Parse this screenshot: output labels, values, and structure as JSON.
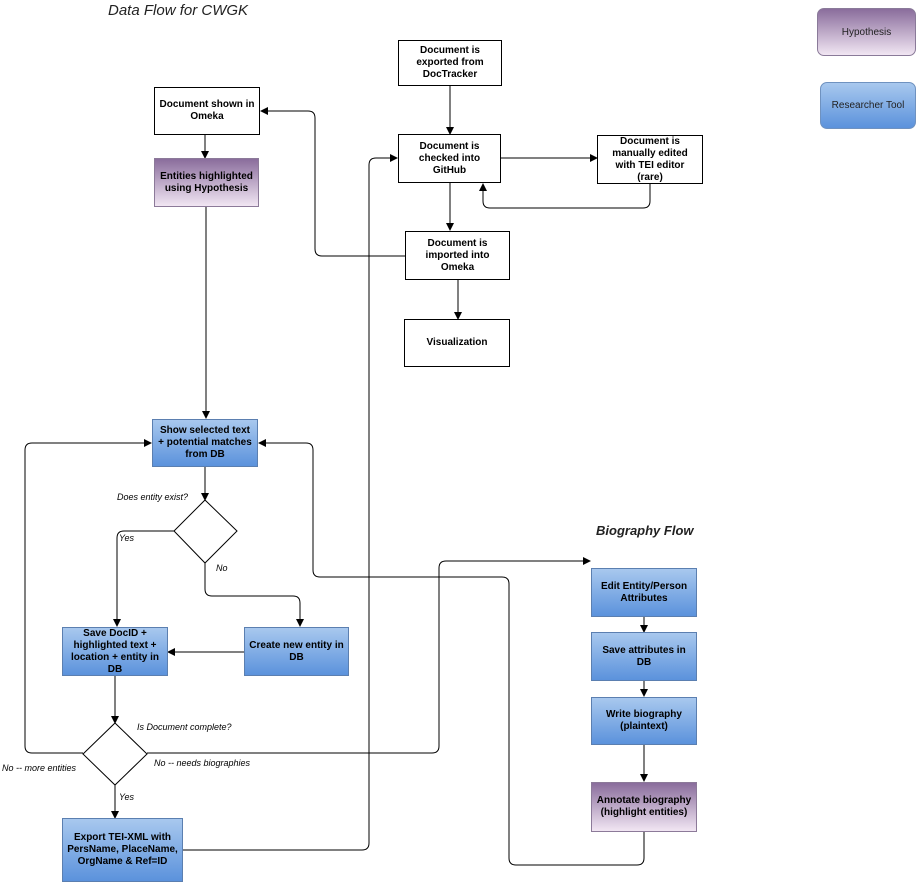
{
  "title": "Data Flow for CWGK",
  "biography_title": "Biography Flow",
  "legend": {
    "hypothesis": "Hypothesis",
    "researcher_tool": "Researcher Tool"
  },
  "nodes": {
    "exported_doctracker": "Document is exported from DocTracker",
    "shown_omeka": "Document shown in Omeka",
    "checked_github": "Document is checked into GitHub",
    "manually_edited": "Document is manually edited with TEI editor (rare)",
    "entities_highlighted": "Entities highlighted using Hypothesis",
    "imported_omeka": "Document is imported into Omeka",
    "visualization": "Visualization",
    "show_selected": "Show selected text + potential matches from DB",
    "save_docid": "Save DocID + highlighted text + location + entity in DB",
    "create_entity": "Create new entity in DB",
    "export_tei": "Export TEI-XML with PersName, PlaceName, OrgName & Ref=ID",
    "edit_entity": "Edit Entity/Person Attributes",
    "save_attributes": "Save attributes in DB",
    "write_biography": "Write biography (plaintext)",
    "annotate_biography": "Annotate biography (highlight entities)"
  },
  "labels": {
    "entity_exist_question": "Does entity exist?",
    "yes_1": "Yes",
    "no_1": "No",
    "document_complete_question": "Is Document complete?",
    "no_more_entities": "No -- more entities",
    "no_needs_biographies": "No -- needs biographies",
    "yes_2": "Yes"
  }
}
